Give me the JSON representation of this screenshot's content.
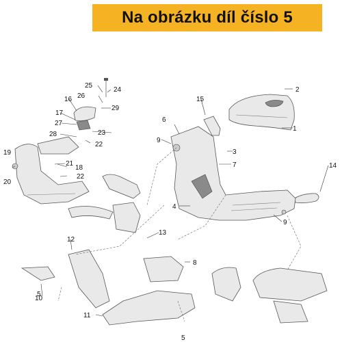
{
  "header": {
    "title": "Na obrázku díl číslo 5"
  },
  "diagram": {
    "callouts": [
      "1",
      "2",
      "3",
      "4",
      "5",
      "6",
      "7",
      "8",
      "9",
      "10",
      "11",
      "12",
      "13",
      "14",
      "15",
      "16",
      "17",
      "18",
      "19",
      "20",
      "21",
      "22",
      "23",
      "24",
      "25",
      "26",
      "27",
      "28",
      "29"
    ],
    "colors": {
      "banner": "#f5b324",
      "part_fill": "#e9e9e9",
      "part_stroke": "#555555"
    }
  }
}
